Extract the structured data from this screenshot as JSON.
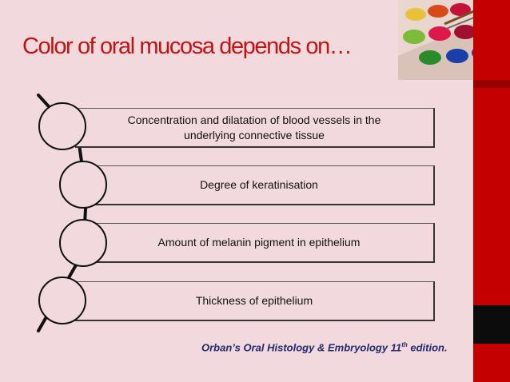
{
  "slide": {
    "title": "Color of oral mucosa depends on…",
    "items": [
      {
        "line1": "Concentration and dilatation of blood vessels in the",
        "line2": "underlying connective tissue"
      },
      {
        "line1": "Degree of keratinisation"
      },
      {
        "line1": "Amount of melanin pigment in epithelium"
      },
      {
        "line1": "Thickness of epithelium"
      }
    ],
    "reference": {
      "prefix": "Orban’s Oral Histology & Embryology 11",
      "superscript": "th",
      "suffix": " edition."
    }
  },
  "colors": {
    "background": "#f2d9dd",
    "title": "#c01414",
    "accent_bar": "#c40000",
    "reference": "#1f2a6b"
  },
  "icons": [
    "paint-palette-image"
  ]
}
